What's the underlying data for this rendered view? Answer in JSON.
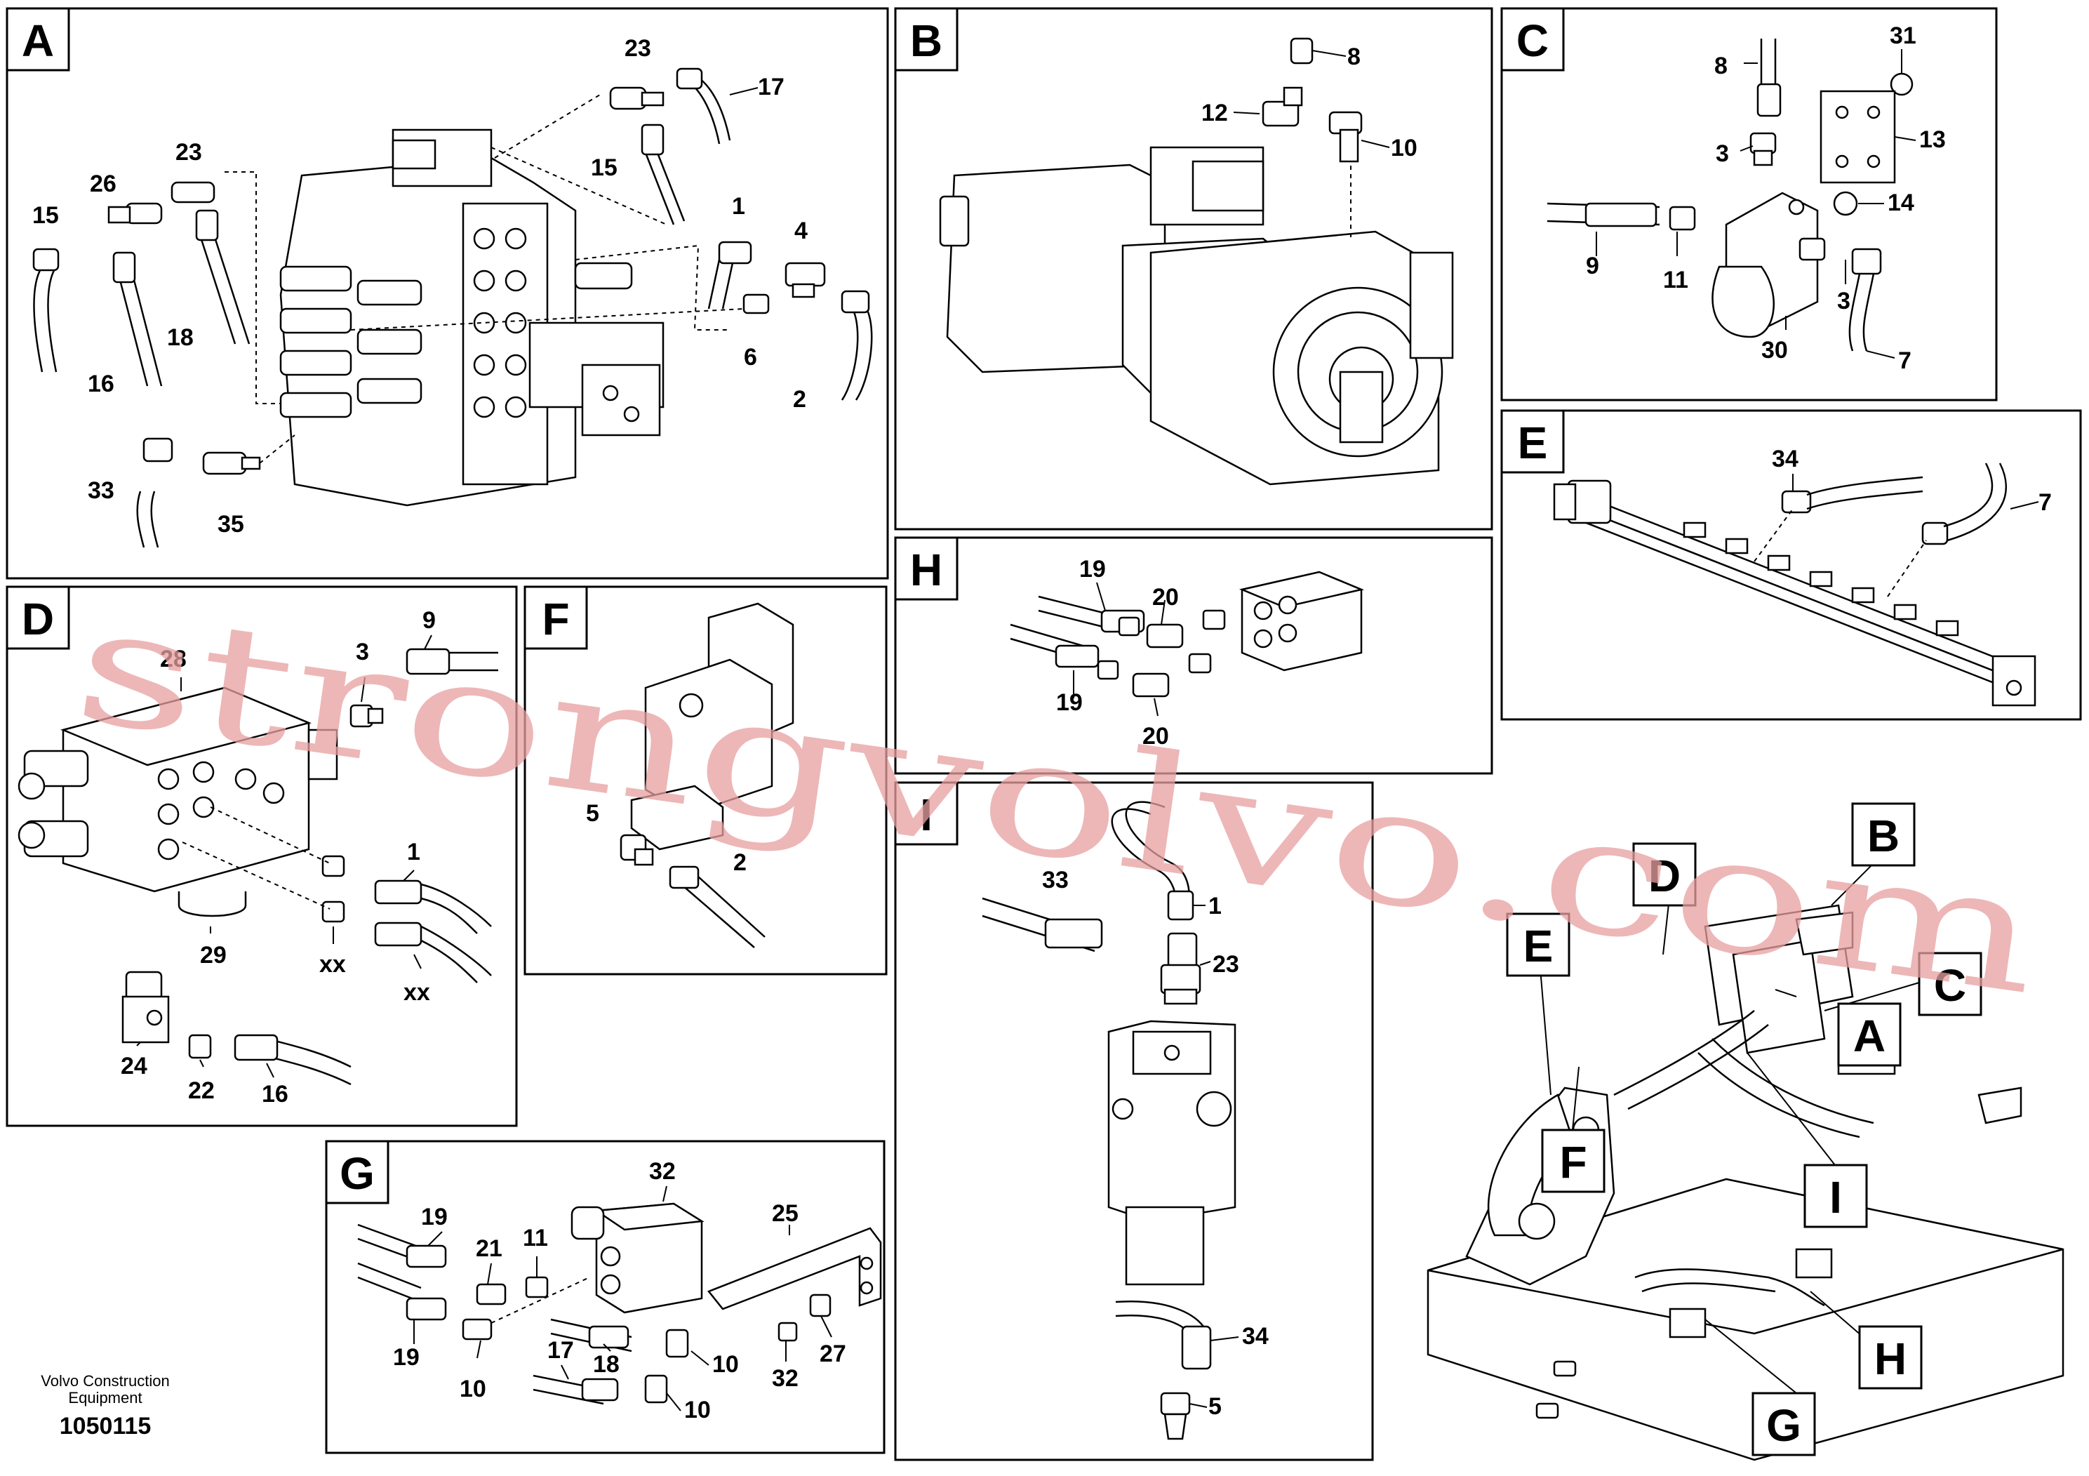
{
  "panels": {
    "A": {
      "tag": "A",
      "labels": [
        "23",
        "17",
        "15",
        "23",
        "26",
        "15",
        "1",
        "4",
        "18",
        "16",
        "6",
        "2",
        "33",
        "35"
      ]
    },
    "B": {
      "tag": "B",
      "labels": [
        "8",
        "12",
        "10"
      ]
    },
    "C": {
      "tag": "C",
      "labels": [
        "8",
        "31",
        "3",
        "13",
        "14",
        "9",
        "11",
        "3",
        "30",
        "7"
      ]
    },
    "D": {
      "tag": "D",
      "labels": [
        "28",
        "3",
        "9",
        "1",
        "29",
        "xx",
        "xx",
        "24",
        "22",
        "16"
      ]
    },
    "E": {
      "tag": "E",
      "labels": [
        "34",
        "7"
      ]
    },
    "F": {
      "tag": "F",
      "labels": [
        "5",
        "2"
      ]
    },
    "G": {
      "tag": "G",
      "labels": [
        "32",
        "25",
        "19",
        "21",
        "11",
        "19",
        "17",
        "18",
        "10",
        "32",
        "27",
        "10",
        "10"
      ]
    },
    "H": {
      "tag": "H",
      "labels": [
        "19",
        "20",
        "19",
        "20"
      ]
    },
    "I": {
      "tag": "I",
      "labels": [
        "33",
        "1",
        "23",
        "34",
        "5"
      ]
    }
  },
  "overview": {
    "callouts": [
      "B",
      "D",
      "E",
      "C",
      "A",
      "F",
      "I",
      "H",
      "G"
    ]
  },
  "footer": {
    "company_line1": "Volvo Construction",
    "company_line2": "Equipment",
    "drawing_number": "1050115"
  },
  "watermark": "strongvolvo.com"
}
